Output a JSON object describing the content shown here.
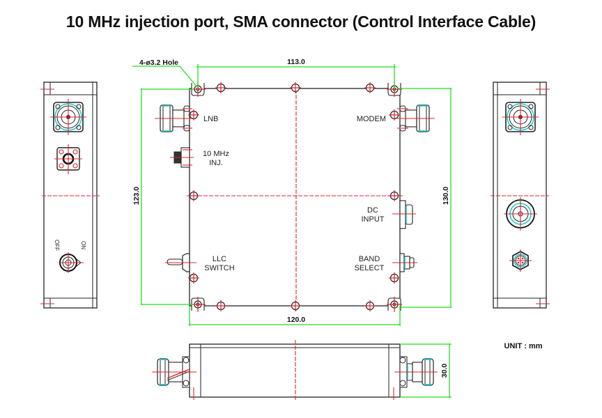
{
  "title": "10 MHz injection port, SMA connector (Control Interface Cable)",
  "colors": {
    "outline": "#222222",
    "centerline": "#e0202a",
    "dimension": "#22dd22",
    "highlight": "#22cccc"
  },
  "annotations": {
    "hole_callout": "4-ø3.2  Hole",
    "unit": "UNIT  :  mm"
  },
  "dimensions": {
    "top_width": "113.0",
    "bottom_width": "120.0",
    "left_height": "123.0",
    "right_height": "130.0",
    "side_depth": "30.0"
  },
  "ports": {
    "lnb": "LNB",
    "inj_line1": "10 MHz",
    "inj_line2": "INJ.",
    "modem": "MODEM",
    "dc_line1": "DC",
    "dc_line2": "INPUT",
    "llc_line1": "LLC",
    "llc_line2": "SWITCH",
    "band_line1": "BAND",
    "band_line2": "SELECT"
  },
  "switch_labels": {
    "off": "OFF",
    "on": "ON"
  }
}
